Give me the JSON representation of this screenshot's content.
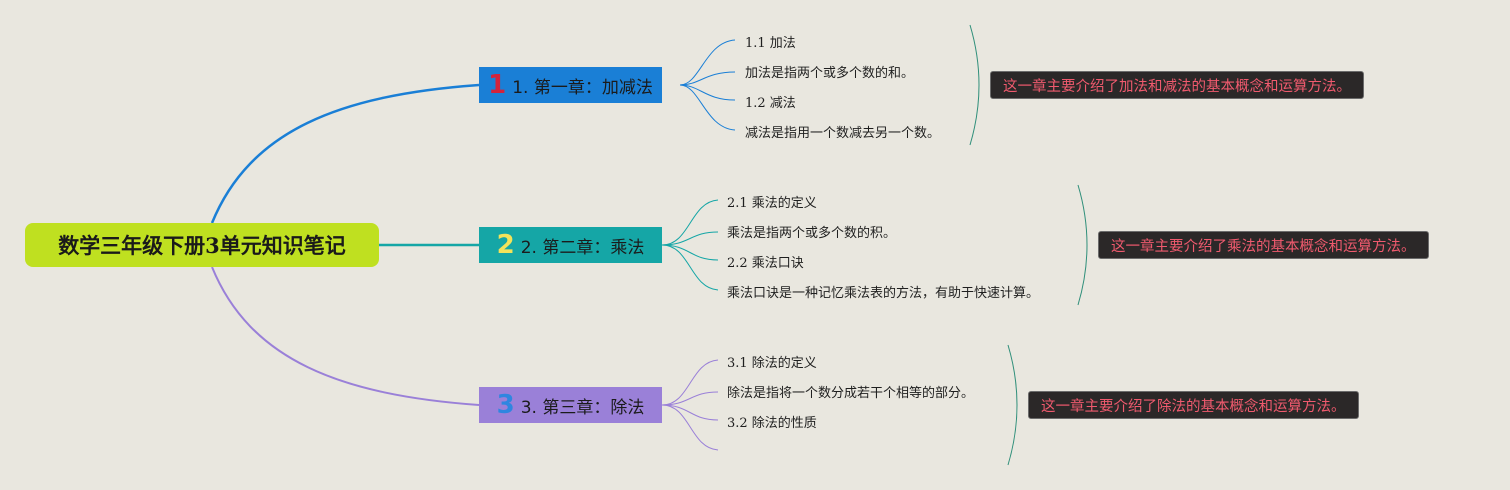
{
  "root": {
    "title": "数学三年级下册3单元知识笔记"
  },
  "chapters": [
    {
      "number": "1",
      "label": "1. 第一章：加减法",
      "color": "#1a7fd6",
      "number_color": "#d2233c",
      "items": [
        "1.1 加法",
        "加法是指两个或多个数的和。",
        "1.2 减法",
        "减法是指用一个数减去另一个数。"
      ],
      "summary": "这一章主要介绍了加法和减法的基本概念和运算方法。"
    },
    {
      "number": "2",
      "label": "2. 第二章：乘法",
      "color": "#15a6a6",
      "number_color": "#f3e35a",
      "items": [
        "2.1 乘法的定义",
        "乘法是指两个或多个数的积。",
        "2.2 乘法口诀",
        "乘法口诀是一种记忆乘法表的方法，有助于快速计算。"
      ],
      "summary": "这一章主要介绍了乘法的基本概念和运算方法。"
    },
    {
      "number": "3",
      "label": "3. 第三章：除法",
      "color": "#9a80d8",
      "number_color": "#2f86e0",
      "items": [
        "3.1 除法的定义",
        "除法是指将一个数分成若干个相等的部分。",
        "3.2 除法的性质",
        ""
      ],
      "summary": "这一章主要介绍了除法的基本概念和运算方法。"
    }
  ],
  "colors": {
    "background": "#e9e7df",
    "root": "#bfe020",
    "leaf_lines": "#2f8f7a",
    "summary_text": "#f05a6e"
  }
}
